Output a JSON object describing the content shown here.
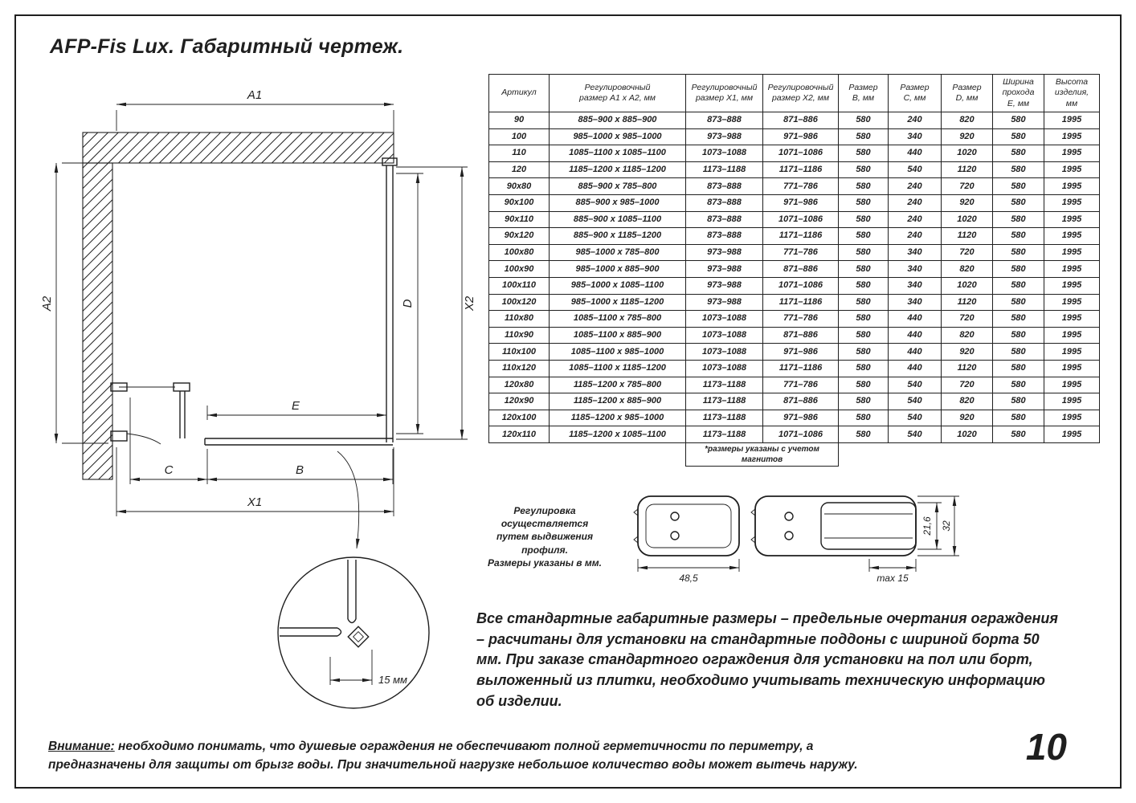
{
  "page": {
    "title": "AFP-Fis Lux. Габаритный чертеж.",
    "page_number": "10"
  },
  "drawing": {
    "dim_labels": {
      "a1": "A1",
      "a2": "A2",
      "x1": "X1",
      "x2": "X2",
      "b": "B",
      "c": "C",
      "d": "D",
      "e": "E"
    },
    "detail_dim": "15 мм"
  },
  "adjustment_note": {
    "line1": "Регулировка осуществляется",
    "line2": "путем выдвижения профиля.",
    "line3": "Размеры указаны в мм."
  },
  "profiles": {
    "dim_width": "48,5",
    "dim_max": "max 15",
    "dim_inner_height": "21,6",
    "dim_height": "32"
  },
  "table": {
    "headers": [
      "Артикул",
      "Регулировочный\nразмер А1 х А2, мм",
      "Регулировочный\nразмер Х1, мм",
      "Регулировочный\nразмер Х2, мм",
      "Размер\nВ, мм",
      "Размер\nС, мм",
      "Размер\nD, мм",
      "Ширина\nпрохода\nЕ, мм",
      "Высота\nизделия,\nмм"
    ],
    "rows": [
      [
        "90",
        "885–900 x 885–900",
        "873–888",
        "871–886",
        "580",
        "240",
        "820",
        "580",
        "1995"
      ],
      [
        "100",
        "985–1000 x 985–1000",
        "973–988",
        "971–986",
        "580",
        "340",
        "920",
        "580",
        "1995"
      ],
      [
        "110",
        "1085–1100 x 1085–1100",
        "1073–1088",
        "1071–1086",
        "580",
        "440",
        "1020",
        "580",
        "1995"
      ],
      [
        "120",
        "1185–1200 x 1185–1200",
        "1173–1188",
        "1171–1186",
        "580",
        "540",
        "1120",
        "580",
        "1995"
      ],
      [
        "90x80",
        "885–900 x 785–800",
        "873–888",
        "771–786",
        "580",
        "240",
        "720",
        "580",
        "1995"
      ],
      [
        "90x100",
        "885–900 x 985–1000",
        "873–888",
        "971–986",
        "580",
        "240",
        "920",
        "580",
        "1995"
      ],
      [
        "90x110",
        "885–900 x 1085–1100",
        "873–888",
        "1071–1086",
        "580",
        "240",
        "1020",
        "580",
        "1995"
      ],
      [
        "90x120",
        "885–900 x 1185–1200",
        "873–888",
        "1171–1186",
        "580",
        "240",
        "1120",
        "580",
        "1995"
      ],
      [
        "100x80",
        "985–1000 x 785–800",
        "973–988",
        "771–786",
        "580",
        "340",
        "720",
        "580",
        "1995"
      ],
      [
        "100x90",
        "985–1000 x 885–900",
        "973–988",
        "871–886",
        "580",
        "340",
        "820",
        "580",
        "1995"
      ],
      [
        "100x110",
        "985–1000 x 1085–1100",
        "973–988",
        "1071–1086",
        "580",
        "340",
        "1020",
        "580",
        "1995"
      ],
      [
        "100x120",
        "985–1000 x 1185–1200",
        "973–988",
        "1171–1186",
        "580",
        "340",
        "1120",
        "580",
        "1995"
      ],
      [
        "110x80",
        "1085–1100 x 785–800",
        "1073–1088",
        "771–786",
        "580",
        "440",
        "720",
        "580",
        "1995"
      ],
      [
        "110x90",
        "1085–1100 x 885–900",
        "1073–1088",
        "871–886",
        "580",
        "440",
        "820",
        "580",
        "1995"
      ],
      [
        "110x100",
        "1085–1100 x 985–1000",
        "1073–1088",
        "971–986",
        "580",
        "440",
        "920",
        "580",
        "1995"
      ],
      [
        "110x120",
        "1085–1100 x 1185–1200",
        "1073–1088",
        "1171–1186",
        "580",
        "440",
        "1120",
        "580",
        "1995"
      ],
      [
        "120x80",
        "1185–1200 x 785–800",
        "1173–1188",
        "771–786",
        "580",
        "540",
        "720",
        "580",
        "1995"
      ],
      [
        "120x90",
        "1185–1200 x 885–900",
        "1173–1188",
        "871–886",
        "580",
        "540",
        "820",
        "580",
        "1995"
      ],
      [
        "120x100",
        "1185–1200 x 985–1000",
        "1173–1188",
        "971–986",
        "580",
        "540",
        "920",
        "580",
        "1995"
      ],
      [
        "120x110",
        "1185–1200 x 1085–1100",
        "1173–1188",
        "1071–1086",
        "580",
        "540",
        "1020",
        "580",
        "1995"
      ]
    ],
    "footnote": "*размеры указаны с учетом\nмагнитов"
  },
  "description": "Все стандартные габаритные размеры – предельные очертания ограждения – расчитаны для установки на стандартные поддоны с шириной борта 50 мм. При заказе стандартного ограждения для установки на пол или борт, выложенный из плитки, необходимо учитывать техническую информацию об изделии.",
  "warning": {
    "label": "Внимание:",
    "text": "необходимо понимать, что душевые ограждения не обеспечивают полной герметичности по периметру, а предназначены для защиты от брызг воды. При значительной нагрузке небольшое количество воды может вытечь наружу."
  }
}
